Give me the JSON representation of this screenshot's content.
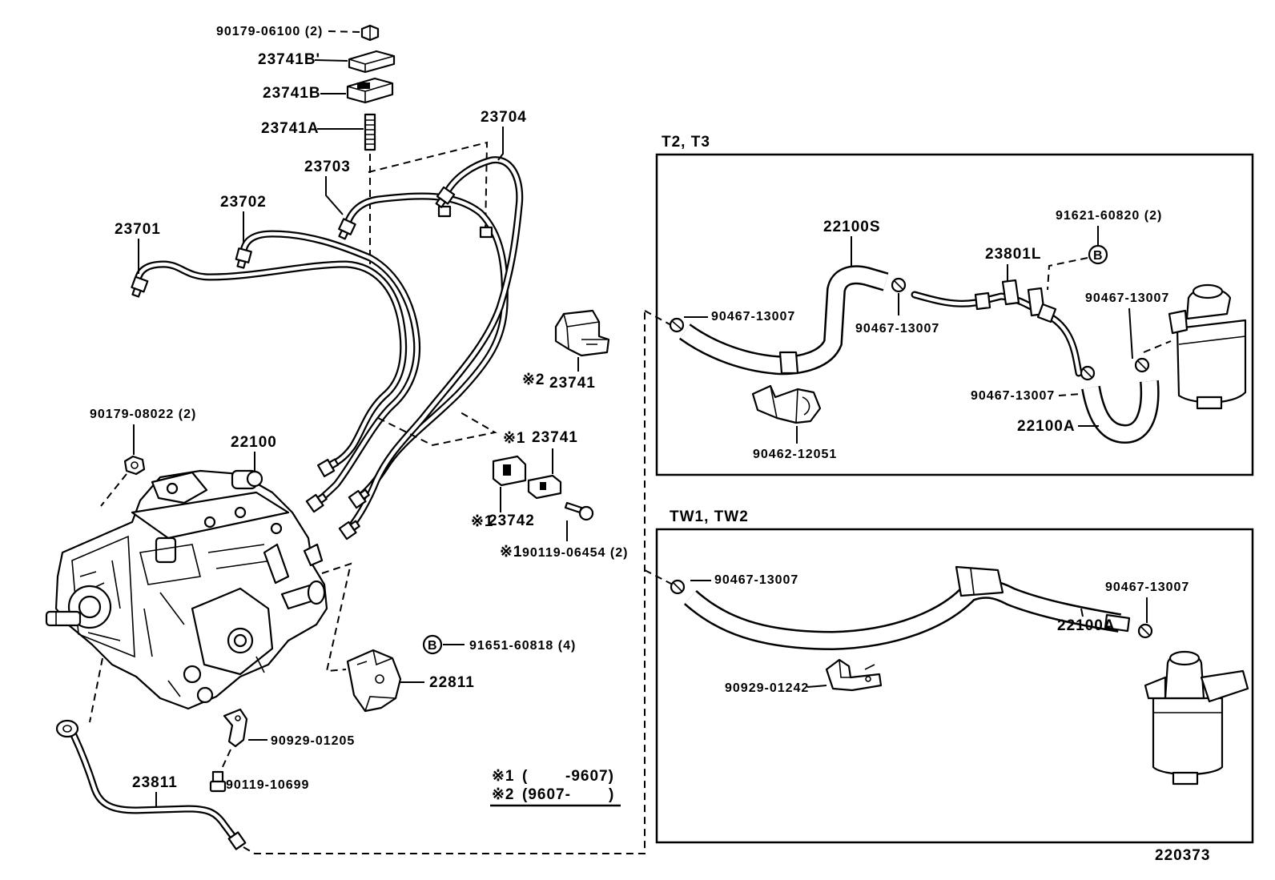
{
  "diagram_id": "220373",
  "marks": {
    "m1": "※1",
    "m2": "※2"
  },
  "ref_b": "B",
  "parts": {
    "nut_top": "90179-06100 (2)",
    "clamp_23741b_prime": "23741B'",
    "clamp_23741b": "23741B",
    "stud_23741a": "23741A",
    "pipe_23701": "23701",
    "pipe_23702": "23702",
    "pipe_23703": "23703",
    "pipe_23704": "23704",
    "clamp_23741_mark2": "23741",
    "nut_pump": "90179-08022 (2)",
    "pump": "22100",
    "clamp_23741_mark1": "23741",
    "clamp_23742": "23742",
    "bolt_clamp": "90119-06454 (2)",
    "bolt_bracket": "91651-60818 (4)",
    "bracket_22811": "22811",
    "clamp_90929_01205": "90929-01205",
    "pipe_23811": "23811",
    "bolt_90119_10699": "90119-10699"
  },
  "t2_t3": {
    "title": "T2, T3",
    "hose_22100s": "22100S",
    "clip_left": "90467-13007",
    "clip_middle": "90467-13007",
    "clip_right": "90467-13007",
    "clip_lower": "90467-13007",
    "pipe_23801l": "23801L",
    "bolt_91621": "91621-60820 (2)",
    "hose_22100a": "22100A",
    "clamp_90462": "90462-12051"
  },
  "tw1_tw2": {
    "title": "TW1, TW2",
    "clip_left": "90467-13007",
    "clip_right": "90467-13007",
    "hose_22100a": "22100A",
    "bracket_90929": "90929-01242"
  },
  "notes": [
    {
      "mark": "※1",
      "open": "(",
      "close": "-9607)"
    },
    {
      "mark": "※2",
      "open": "(9607-",
      "close": ")"
    }
  ]
}
